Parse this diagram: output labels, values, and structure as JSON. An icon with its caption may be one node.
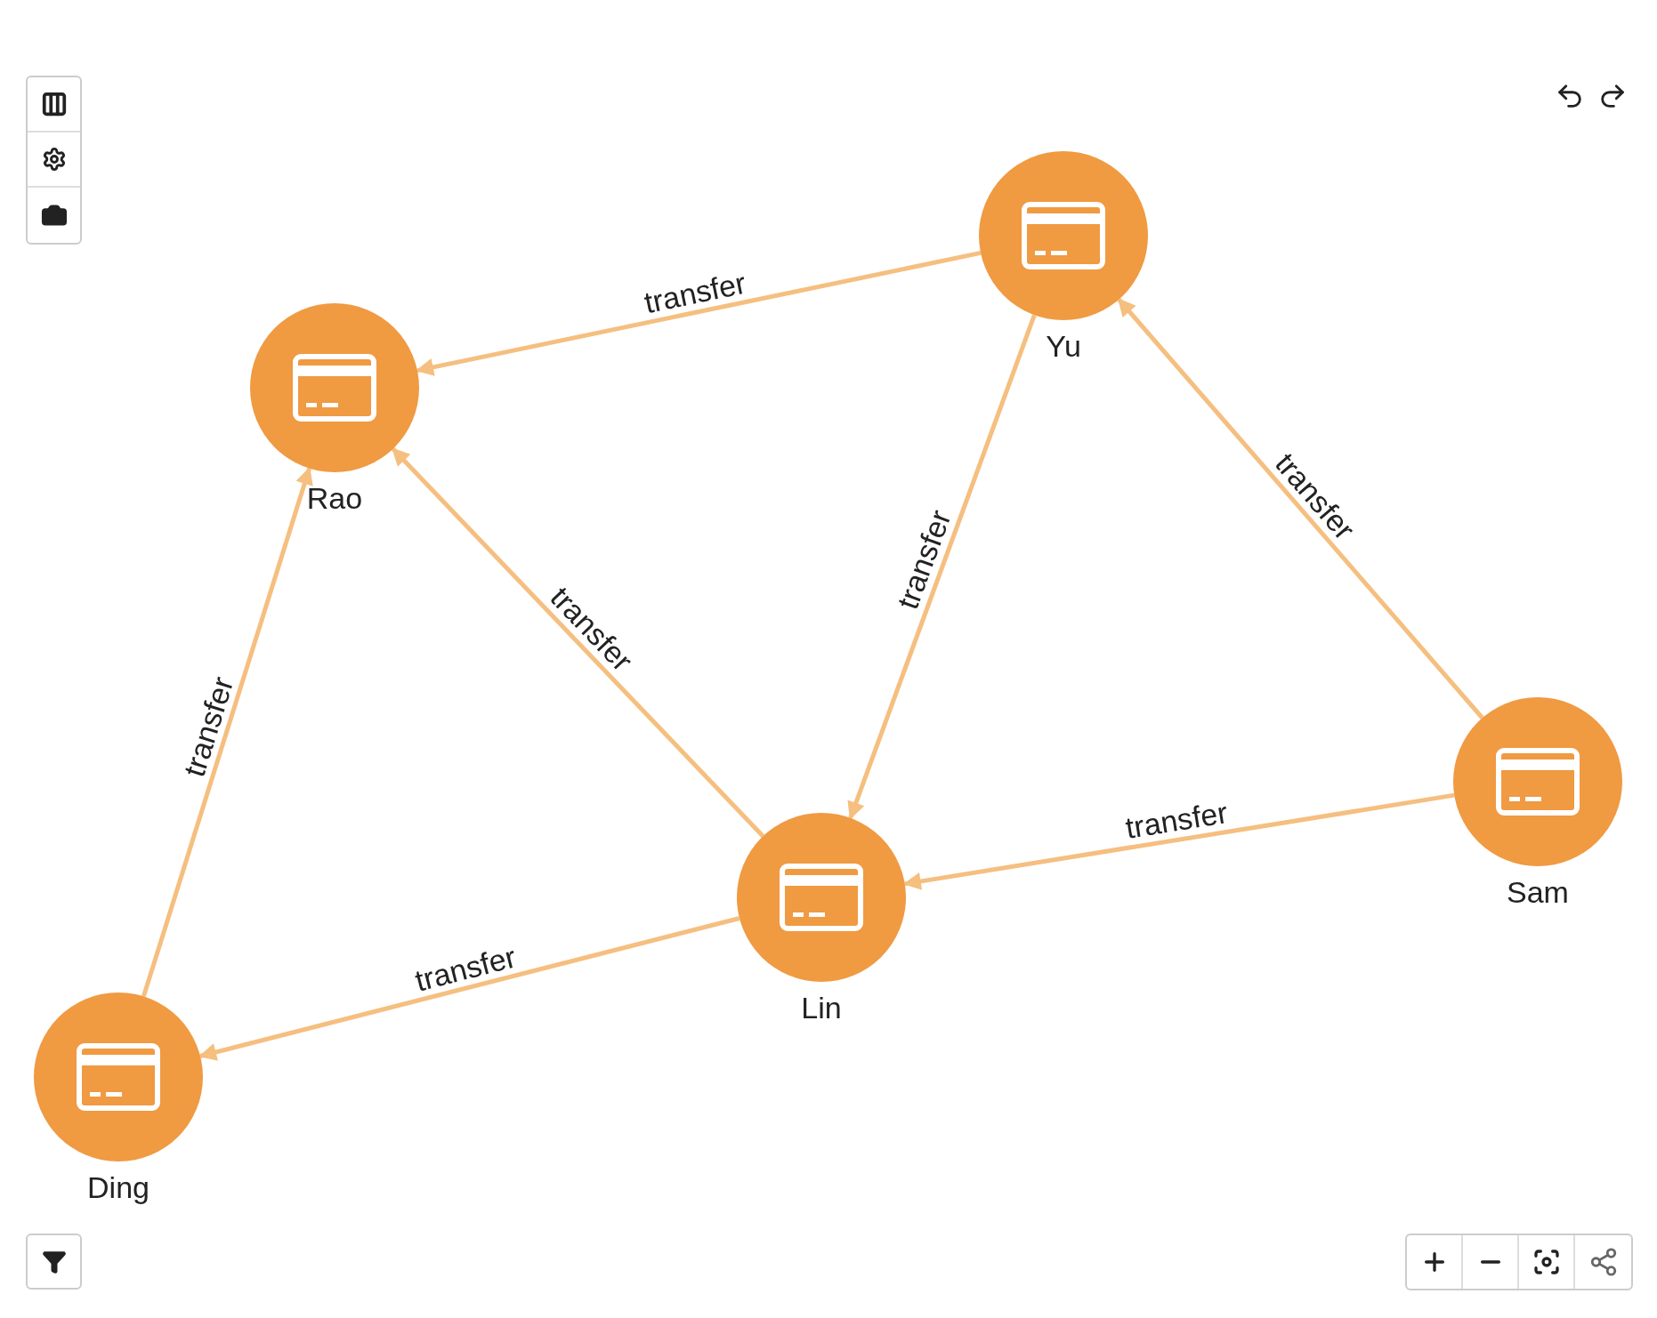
{
  "diagram": {
    "nodes": [
      {
        "text": [
          "Yu"
        ]
      },
      {
        "text": [
          "Rao"
        ]
      },
      {
        "text": [
          "Lin"
        ]
      },
      {
        "text": [
          "Sam"
        ]
      },
      {
        "text": [
          "Ding"
        ]
      }
    ],
    "edges": [
      {
        "from": 0,
        "to": 1,
        "arrow": "to",
        "label": "transfer"
      },
      {
        "from": 0,
        "to": 2,
        "arrow": "to",
        "label": "transfer"
      },
      {
        "from": 3,
        "to": 0,
        "arrow": "to",
        "label": "transfer"
      },
      {
        "from": 2,
        "to": 1,
        "arrow": "to",
        "label": "transfer"
      },
      {
        "from": 3,
        "to": 2,
        "arrow": "to",
        "label": "transfer"
      },
      {
        "from": 2,
        "to": 4,
        "arrow": "to",
        "label": "transfer"
      },
      {
        "from": 4,
        "to": 1,
        "arrow": "to",
        "label": "transfer"
      }
    ]
  }
}
